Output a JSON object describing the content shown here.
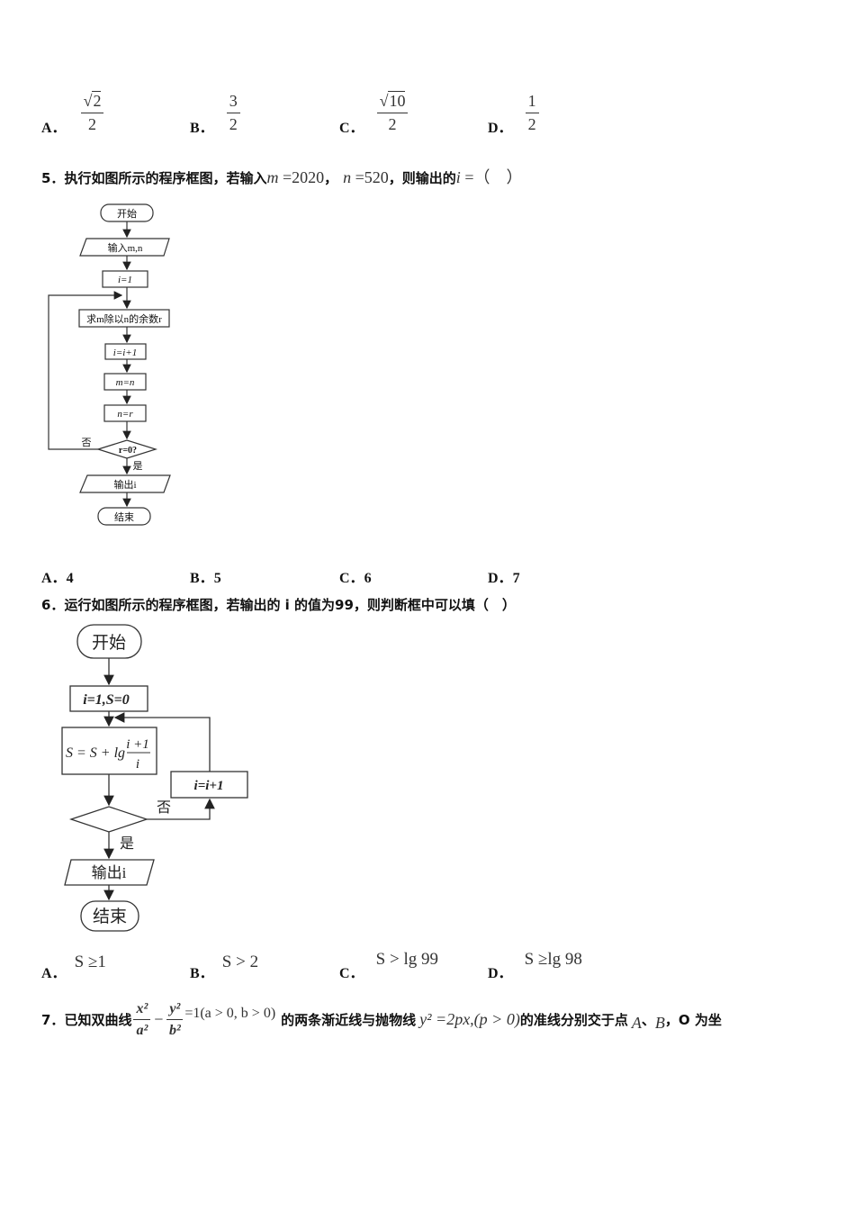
{
  "q4_options": [
    {
      "letter": "A．",
      "num": "2",
      "num_sqrt": true,
      "den": "2"
    },
    {
      "letter": "B．",
      "num": "3",
      "num_sqrt": false,
      "den": "2"
    },
    {
      "letter": "C．",
      "num": "10",
      "num_sqrt": true,
      "den": "2"
    },
    {
      "letter": "D．",
      "num": "1",
      "num_sqrt": false,
      "den": "2"
    }
  ],
  "q5": {
    "number": "5．",
    "text_1": "执行如图所示的程序框图，若输入",
    "var_m": "m",
    "eq_m": " =2020",
    "sep": "，",
    "var_n": "n",
    "eq_n": " =520",
    "text_2": "，则输出的",
    "var_i": "i",
    "text_3": " =（　）",
    "flowchart": {
      "start": "开始",
      "input": "输入m,n",
      "init": "i=1",
      "remainder": "求m除以n的余数r",
      "incr": "i=i+1",
      "assign_m": "m=n",
      "assign_n": "n=r",
      "cond": "r=0?",
      "no": "否",
      "yes": "是",
      "output": "输出i",
      "end": "结束"
    },
    "options": [
      {
        "letter": "A．",
        "value": "4"
      },
      {
        "letter": "B．",
        "value": "5"
      },
      {
        "letter": "C．",
        "value": "6"
      },
      {
        "letter": "D．",
        "value": "7"
      }
    ]
  },
  "q6": {
    "number": "6．",
    "text": "运行如图所示的程序框图，若输出的 i 的值为99，则判断框中可以填（　）",
    "flowchart": {
      "start": "开始",
      "init": "i=1,S=0",
      "update_lhs": "S = S + lg",
      "update_num": "i +1",
      "update_den": "i",
      "incr": "i=i+1",
      "no": "否",
      "yes": "是",
      "output": "输出i",
      "end": "结束"
    },
    "options": [
      {
        "letter": "A．",
        "value": "S ≥1"
      },
      {
        "letter": "B．",
        "value": "S > 2"
      },
      {
        "letter": "C．",
        "value": "S > lg 99"
      },
      {
        "letter": "D．",
        "value": "S ≥lg 98"
      }
    ]
  },
  "q7": {
    "number": "7．",
    "text_1": "已知双曲线",
    "frac1_num": "x²",
    "frac1_den": "a²",
    "minus": "−",
    "frac2_num": "y²",
    "frac2_den": "b²",
    "eq_tail": "=1(a > 0, b > 0)",
    "text_2": "的两条渐近线与抛物线",
    "parabola": "y² =2px,(p > 0)",
    "text_3": "的准线分别交于点",
    "point_a": "A",
    "dun": "、",
    "point_b": "B",
    "text_4": "，O 为坐"
  }
}
